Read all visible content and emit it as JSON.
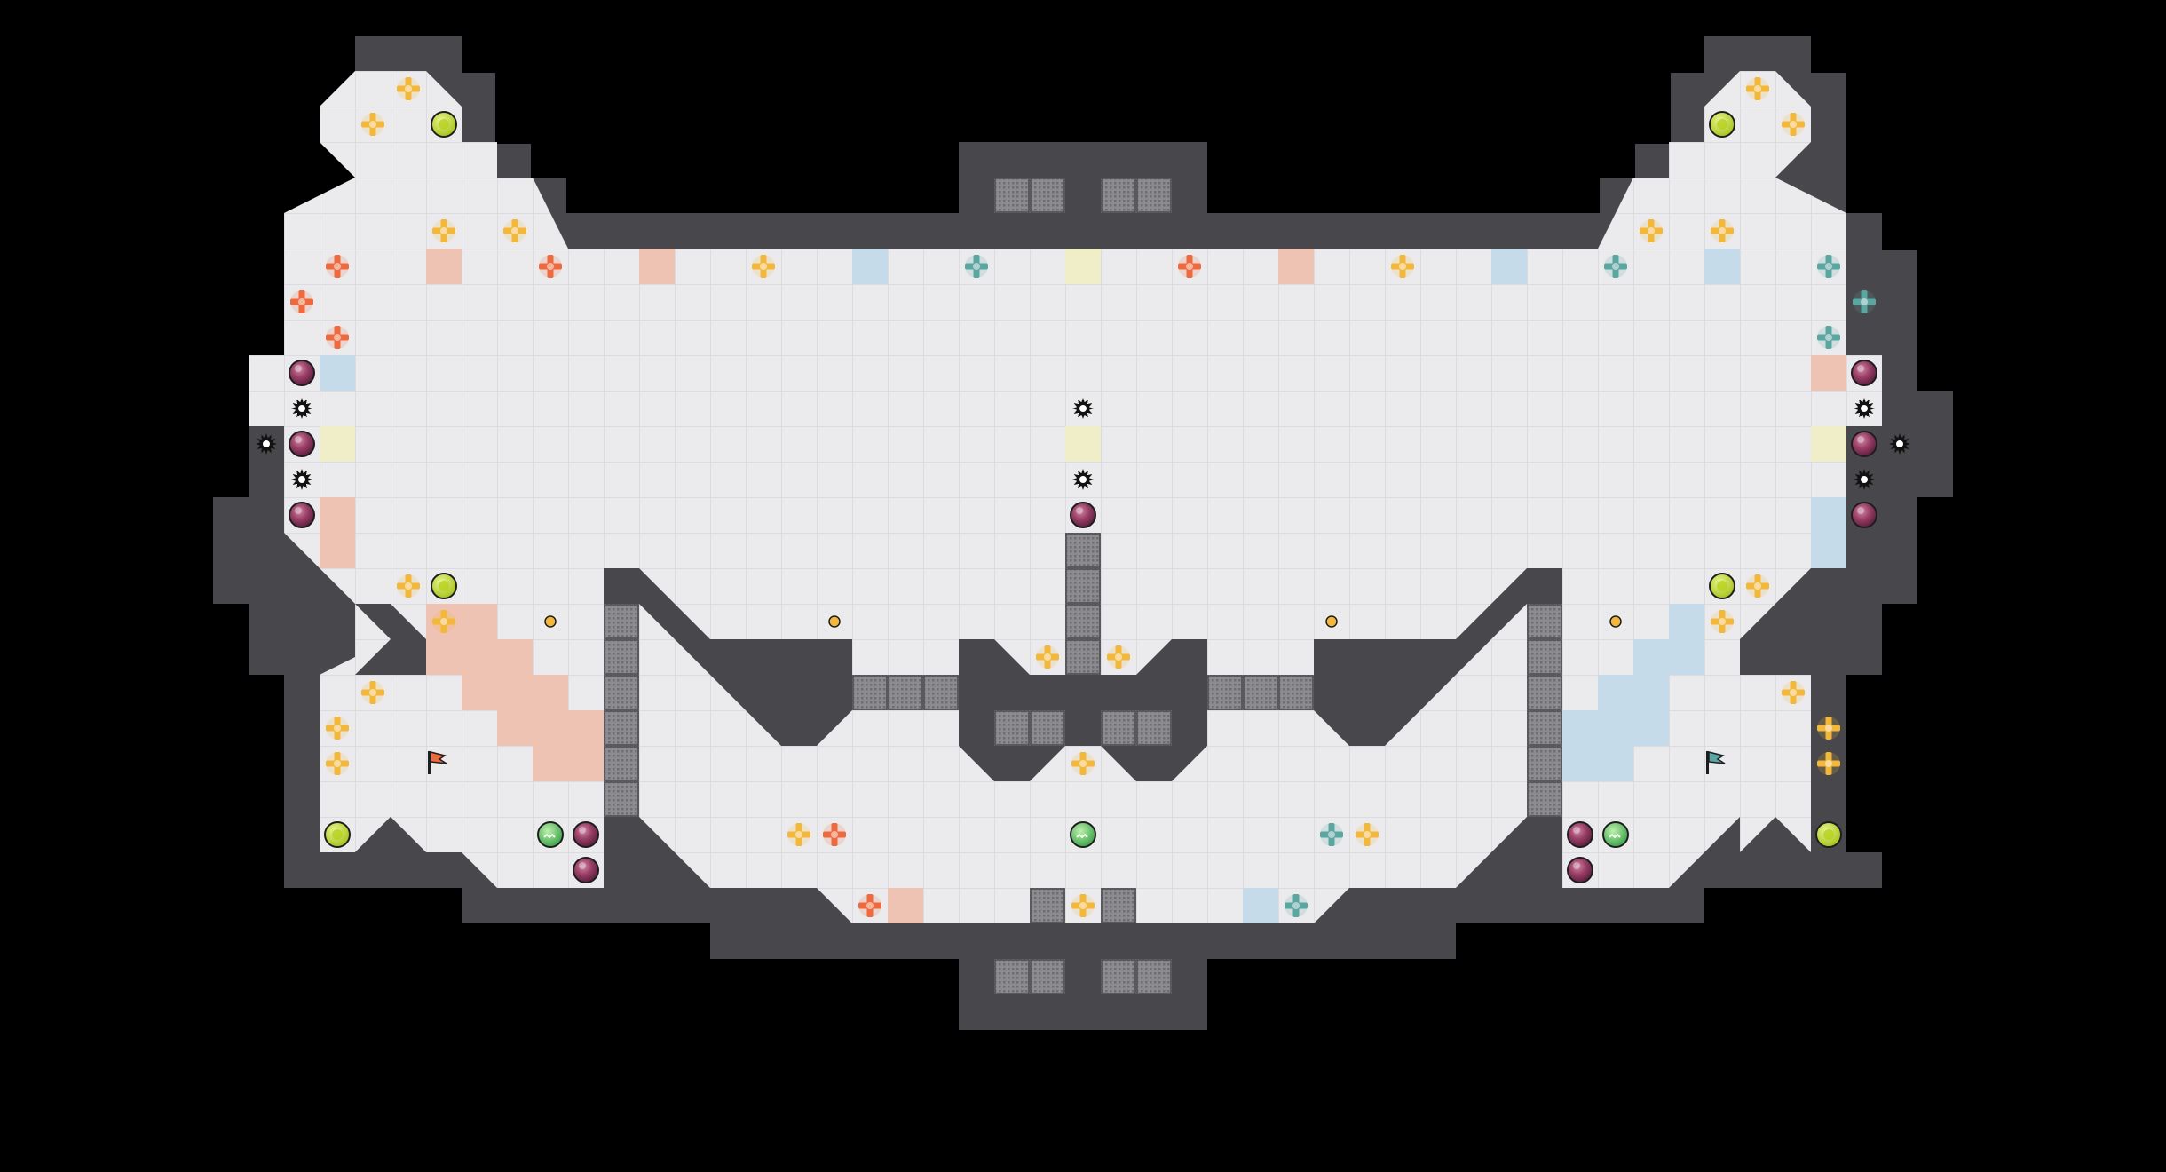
{
  "game": {
    "board_cols": 45,
    "board_rows": 19,
    "colors": {
      "background": "#000000",
      "wall": "#48484c",
      "wall_edge": "#2e2e32",
      "floor": "#ebebee",
      "grid": "#d6d6da",
      "red_team": "#ee6a3c",
      "blue_team": "#5aa6a2",
      "neutral": "#f3b83a",
      "tile_red": "#efc3b3",
      "tile_blue": "#c6dbe9",
      "tile_yellow": "#efeec8",
      "bomb": "#8e3a5c",
      "powerup": "#c8e02a",
      "gate": "#8a8a8e"
    },
    "flags": [
      {
        "team": "red",
        "icon": "flag-icon"
      },
      {
        "team": "blue",
        "icon": "flag-icon"
      }
    ],
    "legend_icons": [
      "boost-icon",
      "bomb-icon",
      "spike-icon",
      "powerup-icon",
      "gate-tile",
      "portal-icon",
      "flag-icon",
      "team-tile"
    ]
  }
}
